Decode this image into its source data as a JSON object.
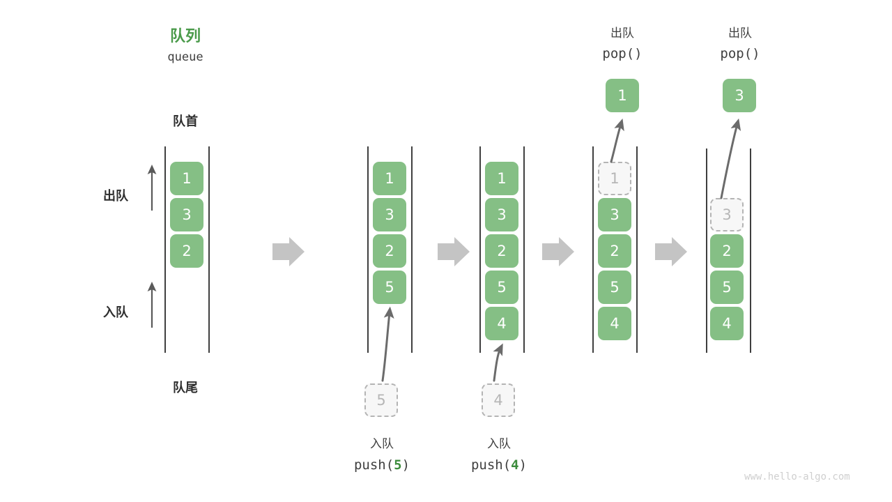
{
  "title": {
    "cn": "队列",
    "en": "queue"
  },
  "labels": {
    "front": "队首",
    "rear": "队尾",
    "dequeue": "出队",
    "enqueue": "入队"
  },
  "watermark": "www.hello-algo.com",
  "colors": {
    "accent_green": "#4a9a4a",
    "cell_green": "#85bf85",
    "arg_green": "#3c8c3c",
    "text_dark": "#3f3f3f",
    "ghost_fill": "#f7f7f7",
    "ghost_border": "#b4b4b4",
    "ghost_text": "#b6b6b6",
    "flow_arrow": "#c4c4c4",
    "rail": "#3f3f3f"
  },
  "columns": [
    {
      "id": "initial",
      "header_cn": "",
      "header_code": "",
      "cells": [
        "1",
        "3",
        "2"
      ],
      "ghost_index": -1,
      "footer_cn": "",
      "footer_code_prefix": "",
      "footer_code_arg": "",
      "footer_code_suffix": "",
      "incoming_value": "",
      "popped_value": ""
    },
    {
      "id": "push-5",
      "header_cn": "",
      "header_code": "",
      "cells": [
        "1",
        "3",
        "2",
        "5"
      ],
      "ghost_index": -1,
      "footer_cn": "入队",
      "footer_code_prefix": "push(",
      "footer_code_arg": "5",
      "footer_code_suffix": ")",
      "incoming_value": "5",
      "popped_value": ""
    },
    {
      "id": "push-4",
      "header_cn": "",
      "header_code": "",
      "cells": [
        "1",
        "3",
        "2",
        "5",
        "4"
      ],
      "ghost_index": -1,
      "footer_cn": "入队",
      "footer_code_prefix": "push(",
      "footer_code_arg": "4",
      "footer_code_suffix": ")",
      "incoming_value": "4",
      "popped_value": ""
    },
    {
      "id": "pop-1",
      "header_cn": "出队",
      "header_code": "pop()",
      "cells": [
        "1",
        "3",
        "2",
        "5",
        "4"
      ],
      "ghost_index": 0,
      "footer_cn": "",
      "footer_code_prefix": "",
      "footer_code_arg": "",
      "footer_code_suffix": "",
      "incoming_value": "",
      "popped_value": "1"
    },
    {
      "id": "pop-3",
      "header_cn": "出队",
      "header_code": "pop()",
      "cells": [
        "3",
        "2",
        "5",
        "4"
      ],
      "ghost_index": 0,
      "footer_cn": "",
      "footer_code_prefix": "",
      "footer_code_arg": "",
      "footer_code_suffix": "",
      "incoming_value": "",
      "popped_value": "3"
    }
  ],
  "flow_arrows": [
    "step-1-to-2",
    "step-2-to-3",
    "step-3-to-4",
    "step-4-to-5"
  ]
}
